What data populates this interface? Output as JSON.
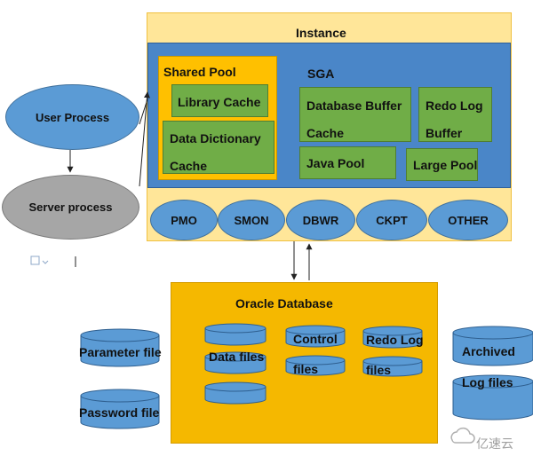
{
  "instance": {
    "title": "Instance"
  },
  "sga": {
    "title": "SGA",
    "shared_pool": {
      "title": "Shared Pool",
      "library_cache": "Library Cache",
      "dd_cache_l1": "Data Dictionary",
      "dd_cache_l2": "Cache"
    },
    "db_buffer_l1": "Database Buffer",
    "db_buffer_l2": "Cache",
    "redo_l1": "Redo Log",
    "redo_l2": "Buffer",
    "java_pool": "Java Pool",
    "large_pool": "Large Pool"
  },
  "background_processes": [
    "PMO",
    "SMON",
    "DBWR",
    "CKPT",
    "OTHER"
  ],
  "user_process": "User Process",
  "server_process": "Server process",
  "database": {
    "title": "Oracle Database",
    "data_files": "Data files",
    "control_l1": "Control",
    "control_l2": "files",
    "redo_l1": "Redo Log",
    "redo_l2": "files"
  },
  "parameter_file": "Parameter file",
  "password_file": "Password file",
  "archived_l1": "Archived",
  "archived_l2": "Log files",
  "watermark": "亿速云",
  "colors": {
    "instance_bg": "#ffe699",
    "sga_bg": "#4a86c8",
    "shared_pool_bg": "#ffc000",
    "green": "#70ad47",
    "blue": "#5b9bd5",
    "grey": "#a6a6a6",
    "db_bg": "#f5b800"
  }
}
